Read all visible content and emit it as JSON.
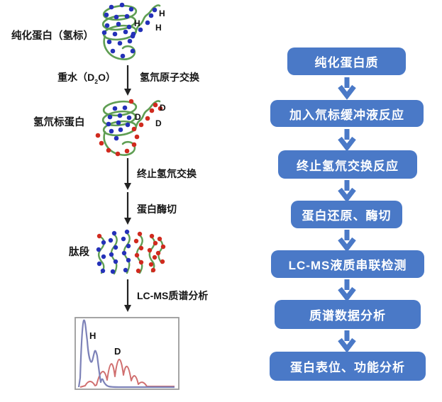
{
  "colors": {
    "flow_box_blue": "#4a79c7",
    "flow_arrow_blue": "#4a79c7",
    "coil_green": "#5f9e53",
    "hydrogen_dot_blue": "#2431b8",
    "deuterium_dot_red": "#d02a1e",
    "spectrum_h_curve": "#7d82b8",
    "spectrum_d_curve": "#d06f6f",
    "left_arrow_black": "#222222"
  },
  "left_panel": {
    "stage1_label": "纯化蛋白（氢标）",
    "reagent_prefix": "重水（D",
    "reagent_sub": "2",
    "reagent_suffix": "O）",
    "arrow1_label": "氢氘原子交换",
    "stage2_label": "氢氘标蛋白",
    "arrow2_label": "终止氢氘交换",
    "arrow3_label": "蛋白酶切",
    "stage3_label": "肽段",
    "arrow4_label": "LC-MS质谱分析",
    "protein1_atom_labels": [
      "H",
      "H",
      "H"
    ],
    "protein2_atom_labels": [
      "D",
      "D",
      "D"
    ],
    "spectrum": {
      "h_peak_label": "H",
      "d_peak_label": "D"
    }
  },
  "flowchart": {
    "boxes": [
      {
        "label": "纯化蛋白质"
      },
      {
        "label": "加入氘标缓冲液反应"
      },
      {
        "label": "终止氢氘交换反应"
      },
      {
        "label": "蛋白还原、酶切"
      },
      {
        "label": "LC-MS液质串联检测"
      },
      {
        "label": "质谱数据分析"
      },
      {
        "label": "蛋白表位、功能分析"
      }
    ]
  }
}
